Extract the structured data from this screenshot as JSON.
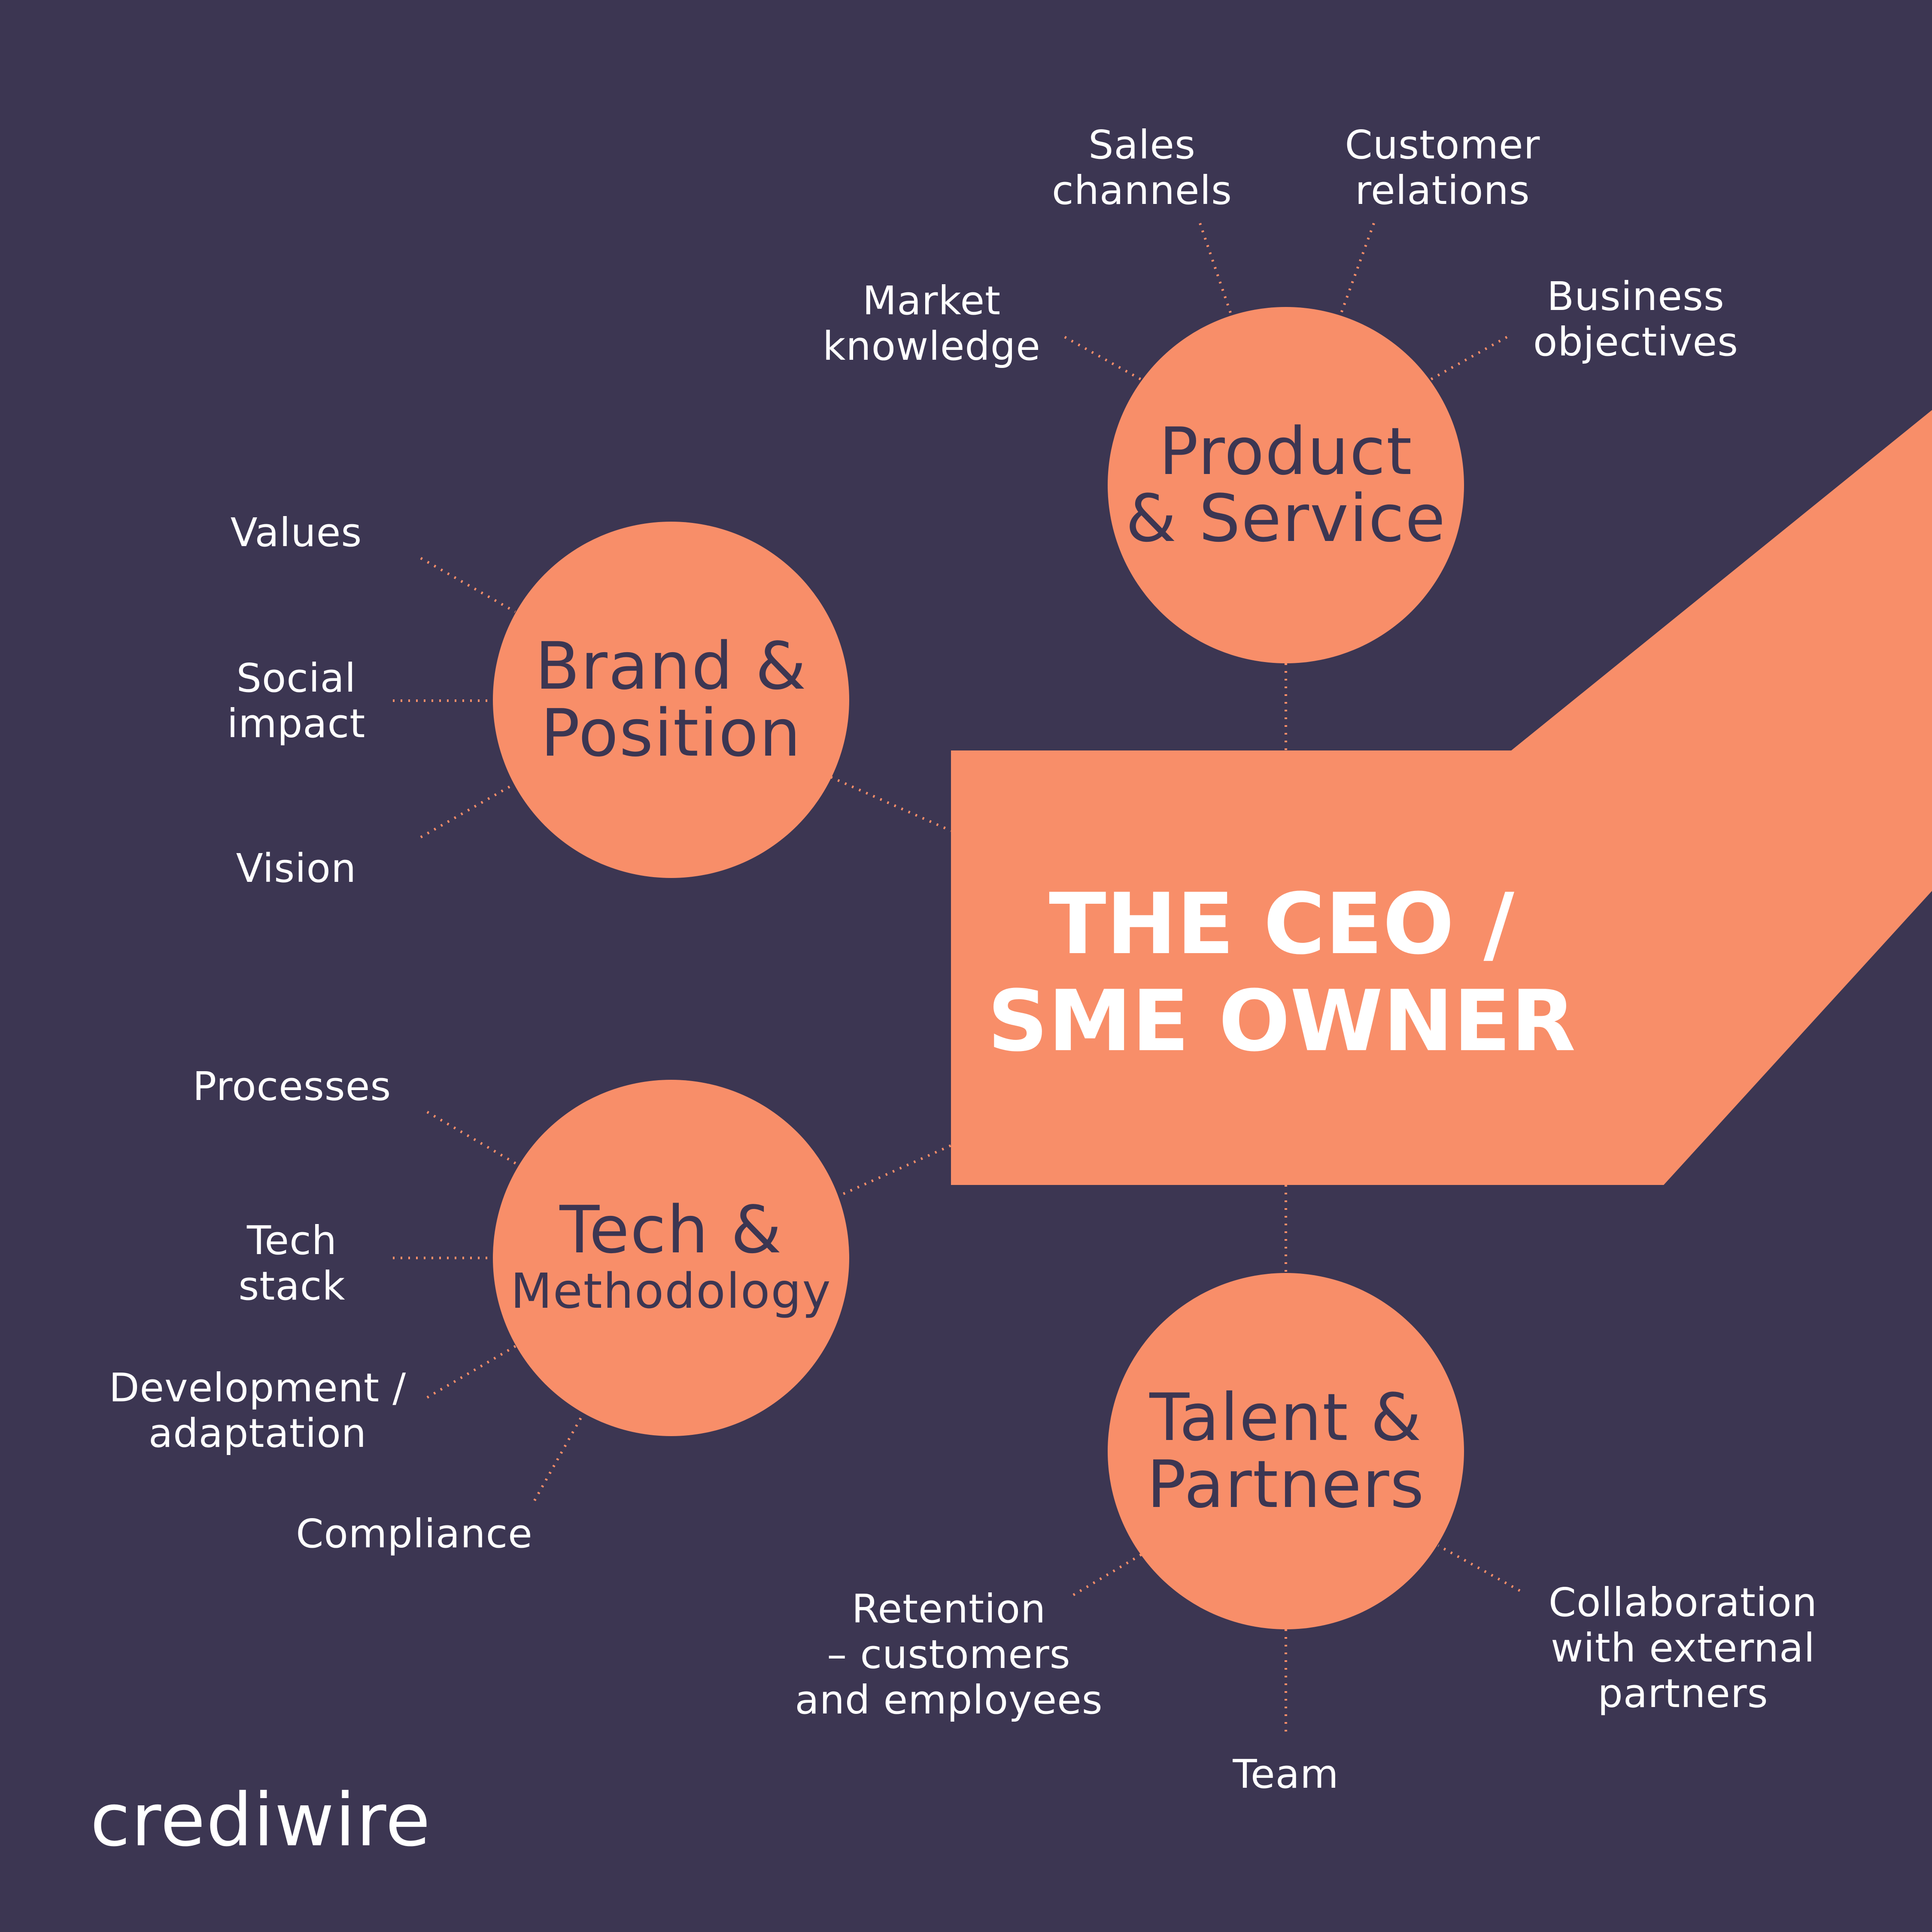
{
  "colors": {
    "background": "#3c3652",
    "accent": "#f88e69",
    "text": "#ffffff",
    "circle_text": "#3c3652"
  },
  "center": {
    "title": "THE CEO /\nSME OWNER"
  },
  "nodes": {
    "product": {
      "title": "Product\n& Service"
    },
    "brand": {
      "title": "Brand &\nPosition"
    },
    "tech": {
      "title_line1": "Tech &",
      "title_line2": "Methodology"
    },
    "talent": {
      "title": "Talent &\nPartners"
    }
  },
  "labels": {
    "sales_channels": "Sales\nchannels",
    "customer_relations": "Customer\nrelations",
    "market_knowledge": "Market\nknowledge",
    "business_objectives": "Business\nobjectives",
    "values": "Values",
    "social_impact": "Social\nimpact",
    "vision": "Vision",
    "processes": "Processes",
    "tech_stack": "Tech\nstack",
    "development": "Development /\nadaptation",
    "compliance": "Compliance",
    "retention": "Retention\n– customers\nand employees",
    "collaboration": "Collaboration\nwith external\npartners",
    "team": "Team"
  },
  "logo": {
    "text": "crediwire"
  }
}
